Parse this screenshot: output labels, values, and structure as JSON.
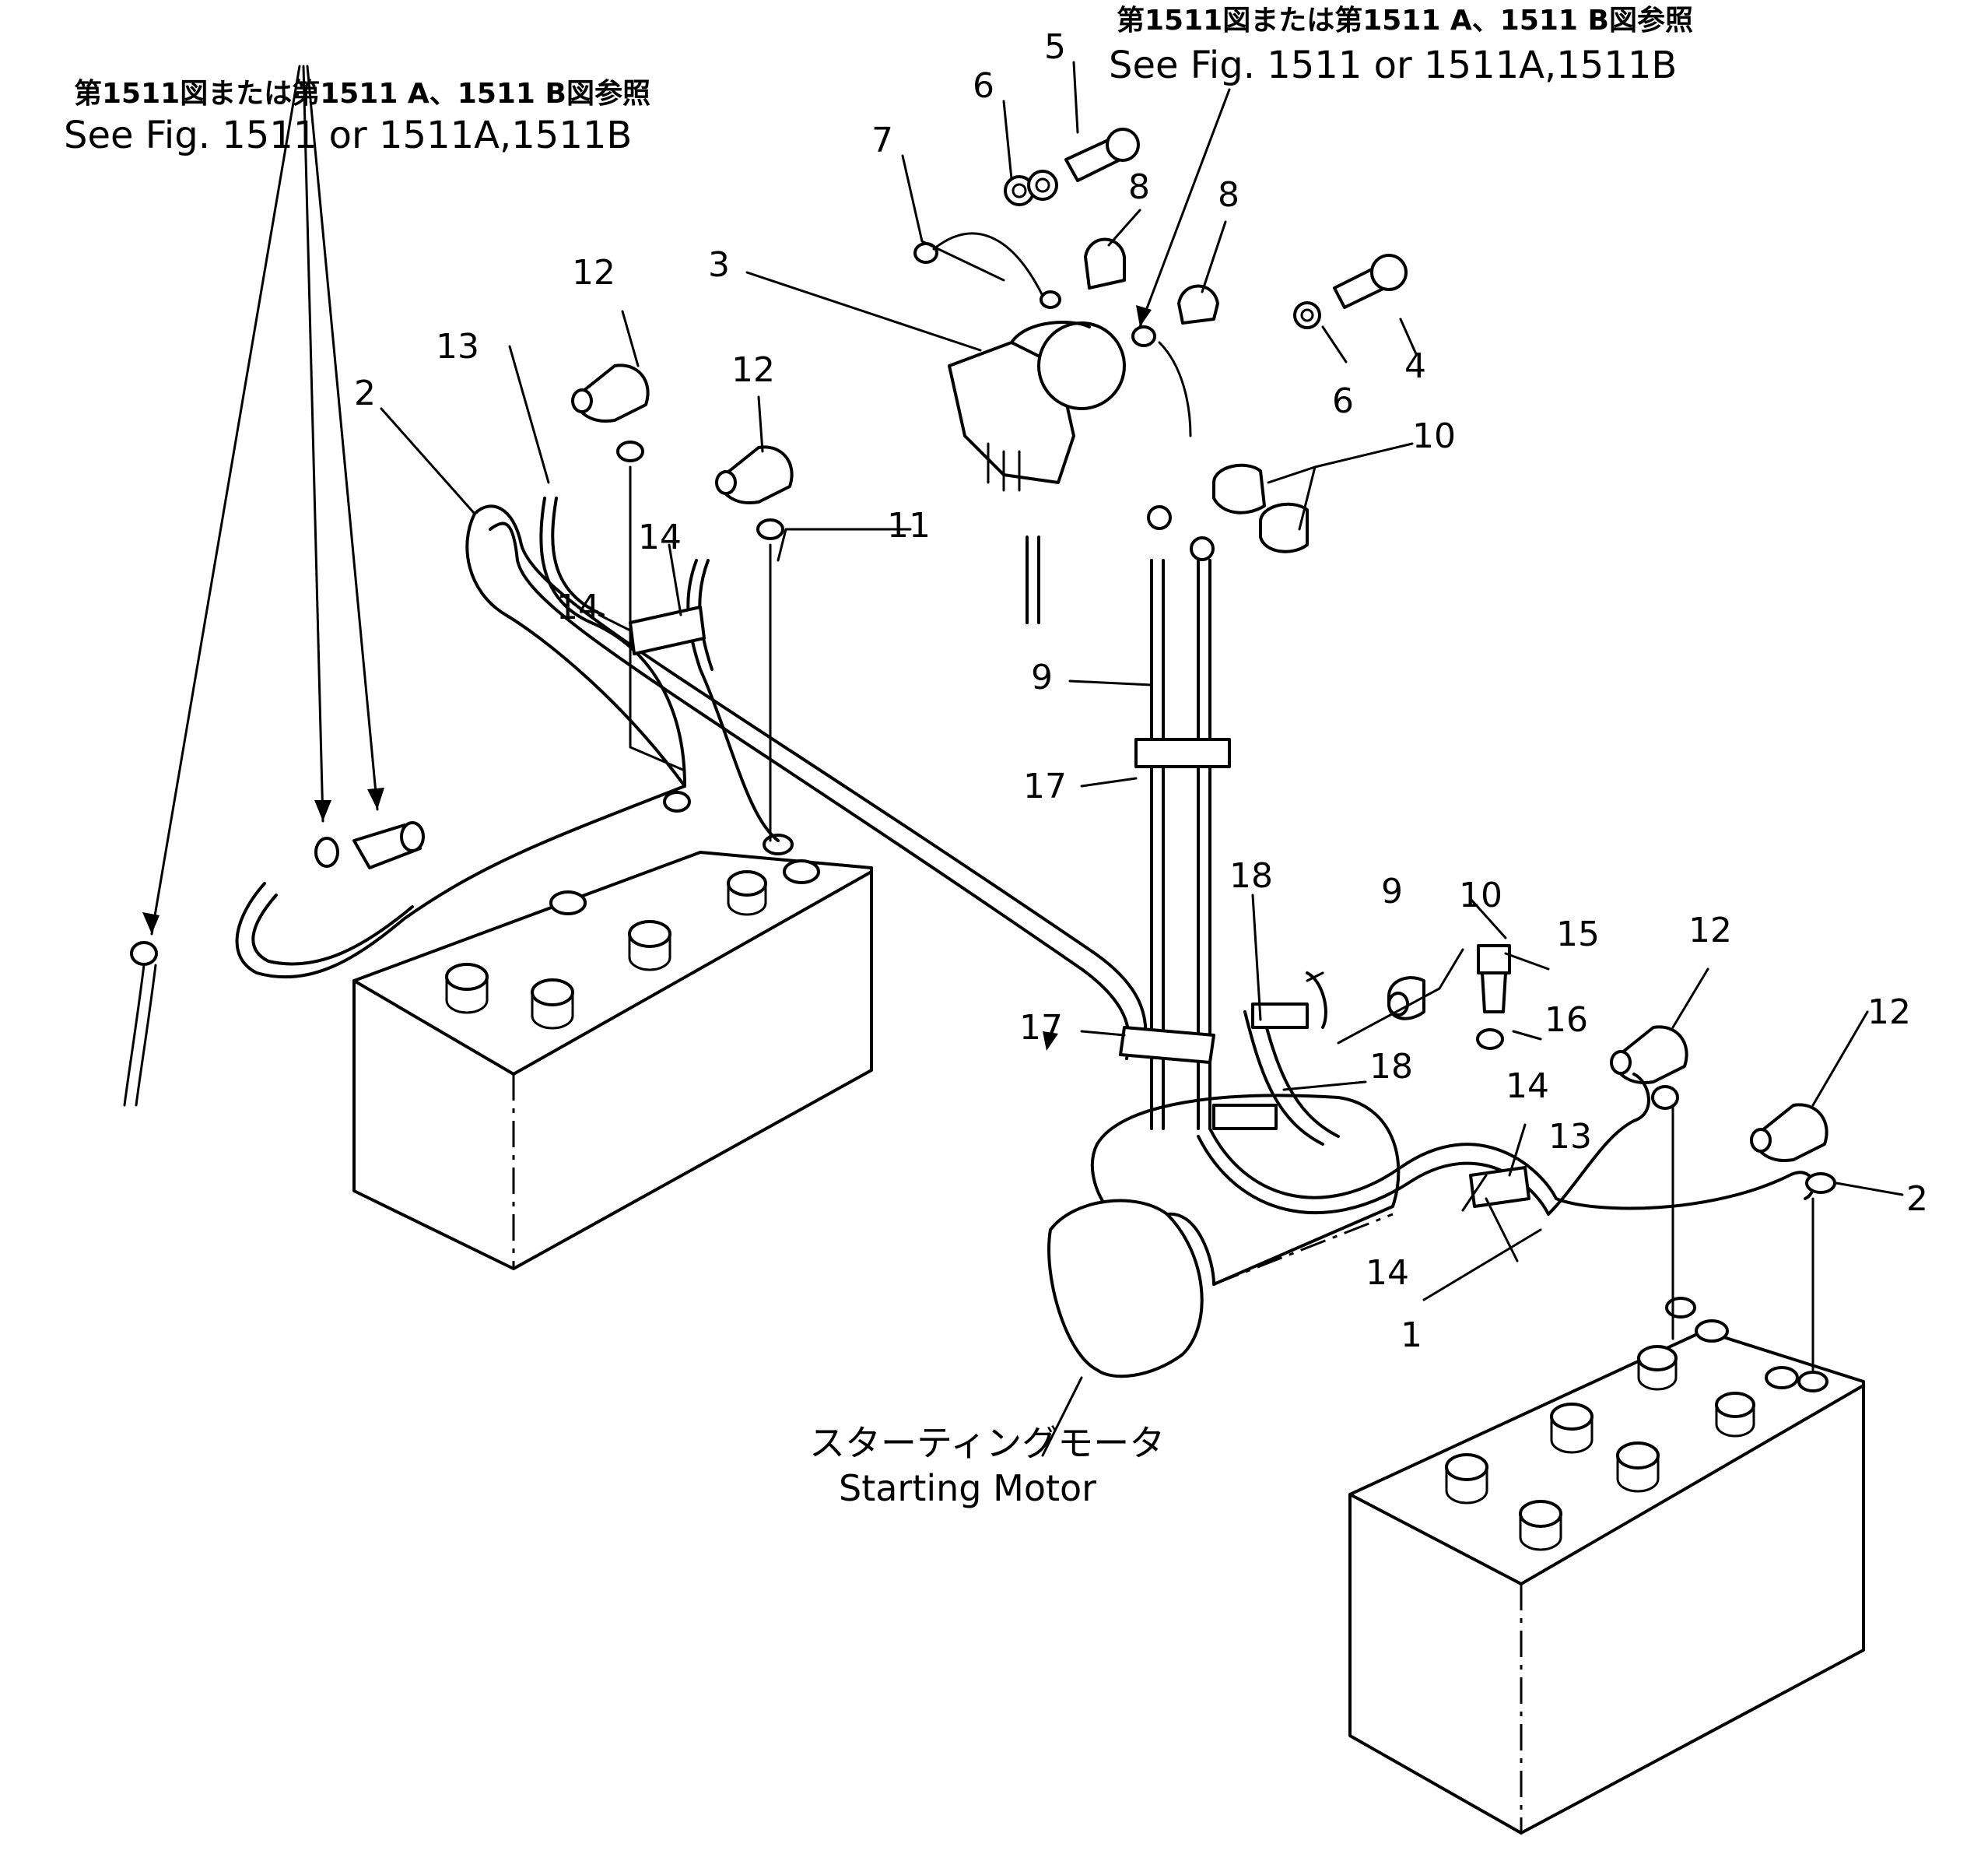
{
  "references": {
    "left_jp": "第1511図または第1511 A、1511 B図参照",
    "left_en": "See Fig. 1511 or 1511A,1511B",
    "top_jp": "第1511図または第1511 A、1511 B図参照",
    "top_en": "See Fig. 1511 or 1511A,1511B"
  },
  "caption": {
    "jp": "スターティングモータ",
    "en": "Starting Motor"
  },
  "callouts": [
    {
      "id": "c5",
      "label": "5"
    },
    {
      "id": "c6a",
      "label": "6"
    },
    {
      "id": "c7",
      "label": "7"
    },
    {
      "id": "c8a",
      "label": "8"
    },
    {
      "id": "c8b",
      "label": "8"
    },
    {
      "id": "c3",
      "label": "3"
    },
    {
      "id": "c4",
      "label": "4"
    },
    {
      "id": "c6b",
      "label": "6"
    },
    {
      "id": "c10a",
      "label": "10"
    },
    {
      "id": "c12a",
      "label": "12"
    },
    {
      "id": "c12b",
      "label": "12"
    },
    {
      "id": "c13a",
      "label": "13"
    },
    {
      "id": "c2a",
      "label": "2"
    },
    {
      "id": "c14a",
      "label": "14"
    },
    {
      "id": "c14b",
      "label": "14"
    },
    {
      "id": "c11",
      "label": "11"
    },
    {
      "id": "c9a",
      "label": "9"
    },
    {
      "id": "c17a",
      "label": "17"
    },
    {
      "id": "c18a",
      "label": "18"
    },
    {
      "id": "c9b",
      "label": "9"
    },
    {
      "id": "c10b",
      "label": "10"
    },
    {
      "id": "c15",
      "label": "15"
    },
    {
      "id": "c12c",
      "label": "12"
    },
    {
      "id": "c16",
      "label": "16"
    },
    {
      "id": "c12d",
      "label": "12"
    },
    {
      "id": "c17b",
      "label": "17"
    },
    {
      "id": "c18b",
      "label": "18"
    },
    {
      "id": "c14c",
      "label": "14"
    },
    {
      "id": "c14d",
      "label": "14"
    },
    {
      "id": "c13b",
      "label": "13"
    },
    {
      "id": "c2b",
      "label": "2"
    },
    {
      "id": "c1",
      "label": "1"
    }
  ]
}
